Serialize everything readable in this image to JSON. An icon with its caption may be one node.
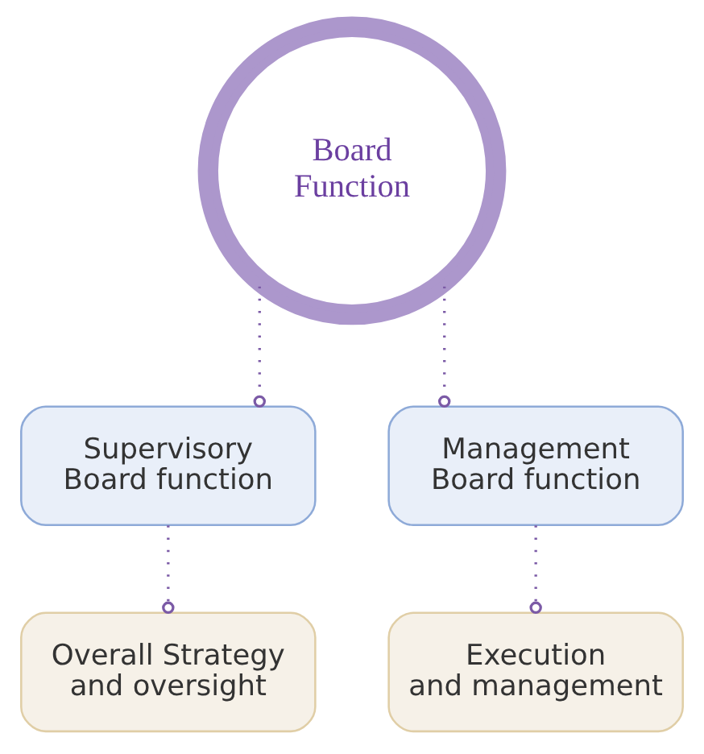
{
  "diagram": {
    "nodes": [
      {
        "text": [
          "Board Function"
        ]
      },
      {
        "text": [
          "Supervisory Board function"
        ]
      },
      {
        "text": [
          "Management Board function"
        ]
      },
      {
        "text": [
          "Overall Strategy and oversight"
        ]
      },
      {
        "text": [
          "Execution and management"
        ]
      }
    ],
    "edges": [
      {
        "from": 0,
        "to": 1,
        "arrow": "other"
      },
      {
        "from": 0,
        "to": 2,
        "arrow": "other"
      },
      {
        "from": 1,
        "to": 3,
        "arrow": "other"
      },
      {
        "from": 2,
        "to": 4,
        "arrow": "other"
      }
    ]
  }
}
